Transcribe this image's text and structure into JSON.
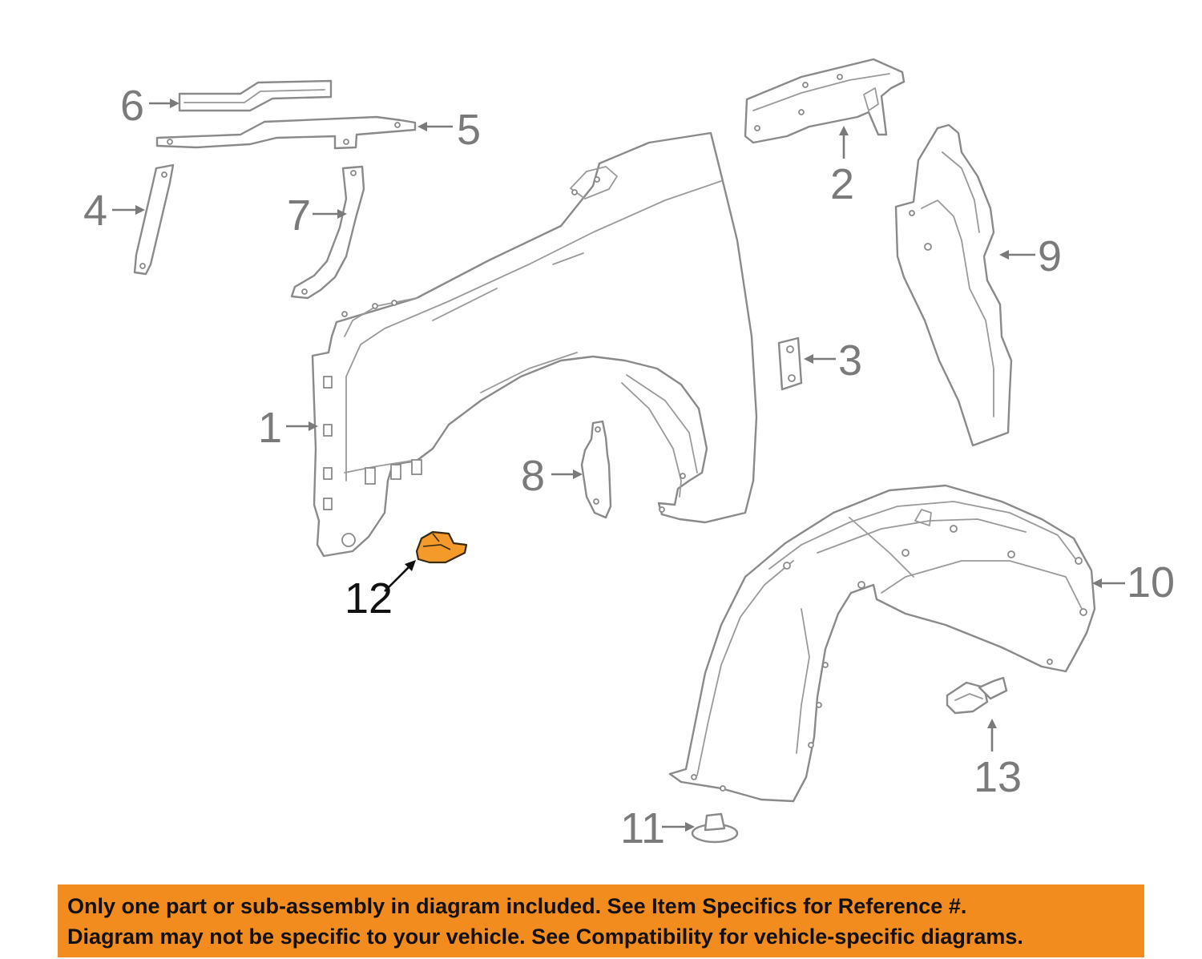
{
  "callouts": {
    "c1": "1",
    "c2": "2",
    "c3": "3",
    "c4": "4",
    "c5": "5",
    "c6": "6",
    "c7": "7",
    "c8": "8",
    "c9": "9",
    "c10": "10",
    "c11": "11",
    "c12": "12",
    "c13": "13"
  },
  "highlighted_part": "12",
  "colors": {
    "highlight": "#f39a2b",
    "banner": "#f28c1e",
    "line_art": "#8a8a8a"
  },
  "notice": {
    "line1": "Only one part or sub-assembly in diagram included. See Item Specifics for Reference #.",
    "line2": "Diagram may not be specific to your vehicle. See Compatibility for vehicle-specific diagrams."
  }
}
